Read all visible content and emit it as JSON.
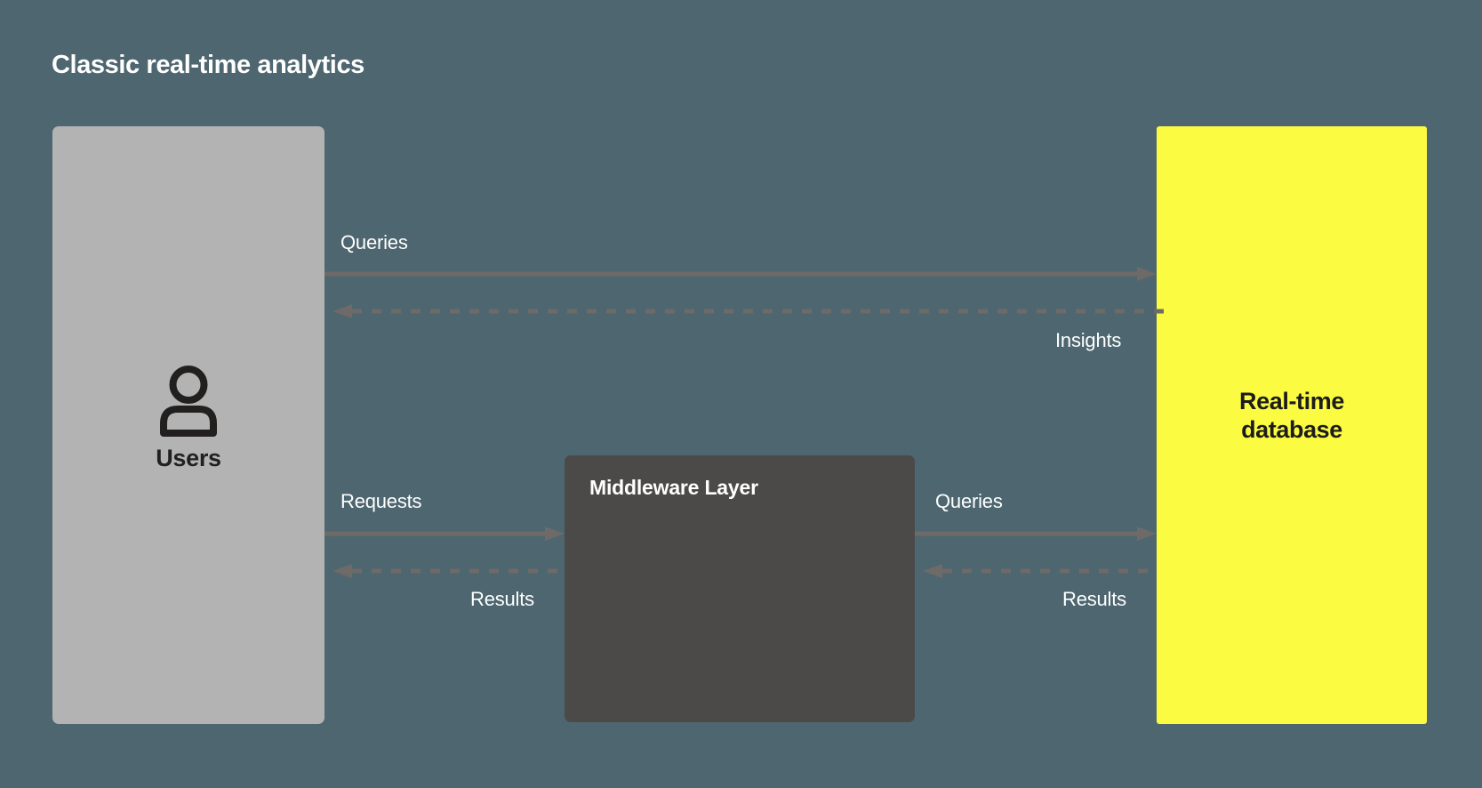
{
  "diagram": {
    "title": "Classic real-time analytics",
    "background_color": "#4d666f",
    "nodes": [
      {
        "id": "users",
        "label": "Users",
        "icon": "user-icon",
        "fill_color": "#b3b3b3",
        "text_color": "#221f1f"
      },
      {
        "id": "middleware",
        "label": "Middleware Layer",
        "fill_color": "#4b4a48",
        "text_color": "#ffffff"
      },
      {
        "id": "database",
        "label_line1": "Real-time",
        "label_line2": "database",
        "fill_color": "#fbfb42",
        "text_color": "#1c1c1c"
      }
    ],
    "edges": [
      {
        "id": "users-to-database-queries",
        "label": "Queries",
        "style": "solid",
        "direction": "right",
        "from": "users",
        "to": "database",
        "color": "#6e6a68"
      },
      {
        "id": "database-to-users-insights",
        "label": "Insights",
        "style": "dashed",
        "direction": "left",
        "from": "database",
        "to": "users",
        "color": "#6e6a68"
      },
      {
        "id": "users-to-middleware-requests",
        "label": "Requests",
        "style": "solid",
        "direction": "right",
        "from": "users",
        "to": "middleware",
        "color": "#6e6a68"
      },
      {
        "id": "middleware-to-users-results",
        "label": "Results",
        "style": "dashed",
        "direction": "left",
        "from": "middleware",
        "to": "users",
        "color": "#6e6a68"
      },
      {
        "id": "middleware-to-database-queries",
        "label": "Queries",
        "style": "solid",
        "direction": "right",
        "from": "middleware",
        "to": "database",
        "color": "#6e6a68"
      },
      {
        "id": "database-to-middleware-results",
        "label": "Results",
        "style": "dashed",
        "direction": "left",
        "from": "database",
        "to": "middleware",
        "color": "#6e6a68"
      }
    ]
  }
}
